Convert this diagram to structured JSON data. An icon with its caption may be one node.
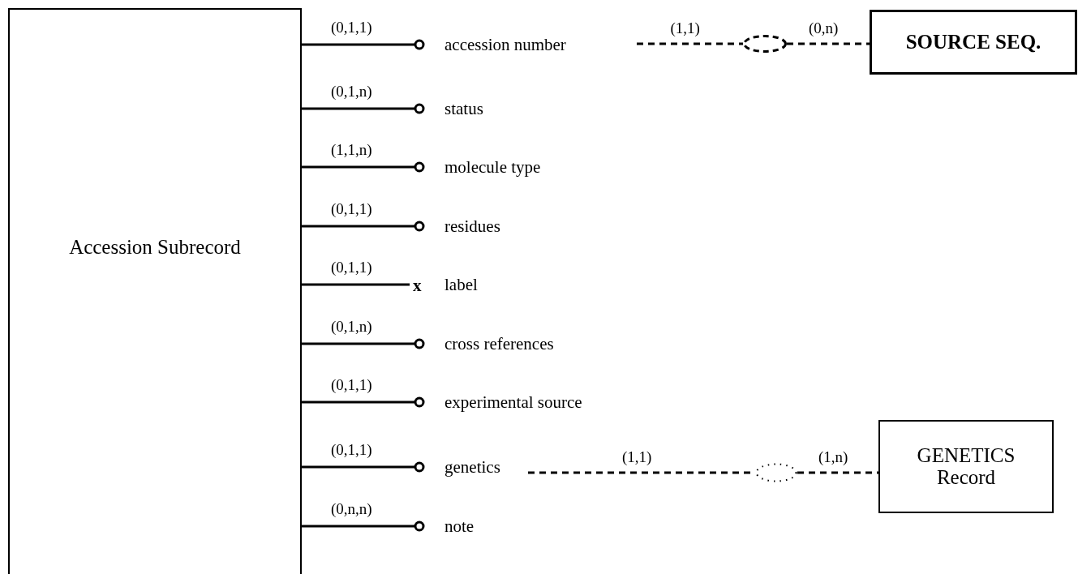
{
  "diagram": {
    "nodes": [
      {
        "text": [
          "Accession Subrecord"
        ]
      },
      {
        "text": [
          "accession number"
        ]
      },
      {
        "text": [
          "status"
        ]
      },
      {
        "text": [
          "molecule type"
        ]
      },
      {
        "text": [
          "residues"
        ]
      },
      {
        "text": [
          "label"
        ]
      },
      {
        "text": [
          "cross references"
        ]
      },
      {
        "text": [
          "experimental source"
        ]
      },
      {
        "text": [
          "genetics"
        ]
      },
      {
        "text": [
          "note"
        ]
      },
      {
        "text": [
          "SOURCE SEQ."
        ]
      },
      {
        "text": [
          "GENETICS Record"
        ]
      },
      {
        "text": [],
        "shape": "ellipse"
      },
      {
        "text": [],
        "shape": "ellipse"
      }
    ],
    "edges": [
      {
        "from": 0,
        "to": 1,
        "arrow": "other",
        "label": "(0,1,1)"
      },
      {
        "from": 0,
        "to": 2,
        "arrow": "other",
        "label": "(0,1,n)"
      },
      {
        "from": 0,
        "to": 3,
        "arrow": "other",
        "label": "(1,1,n)"
      },
      {
        "from": 0,
        "to": 4,
        "arrow": "other",
        "label": "(0,1,1)"
      },
      {
        "from": 0,
        "to": 5,
        "arrow": "none",
        "label": "(0,1,1)"
      },
      {
        "from": 0,
        "to": 6,
        "arrow": "other",
        "label": "(0,1,n)"
      },
      {
        "from": 0,
        "to": 7,
        "arrow": "other",
        "label": "(0,1,1)"
      },
      {
        "from": 0,
        "to": 8,
        "arrow": "other",
        "label": "(0,1,1)"
      },
      {
        "from": 0,
        "to": 9,
        "arrow": "other",
        "label": "(0,n,n)"
      },
      {
        "from": 1,
        "to": 12,
        "arrow": "none",
        "label": "(1,1)",
        "style": "dashed"
      },
      {
        "from": 12,
        "to": 10,
        "arrow": "none",
        "label": "(0,n)",
        "style": "dashed"
      },
      {
        "from": 8,
        "to": 13,
        "arrow": "none",
        "label": "(1,1)",
        "style": "dashed"
      },
      {
        "from": 13,
        "to": 11,
        "arrow": "none",
        "label": "(1,n)",
        "style": "dashed"
      }
    ],
    "labels": [
      "x"
    ]
  }
}
